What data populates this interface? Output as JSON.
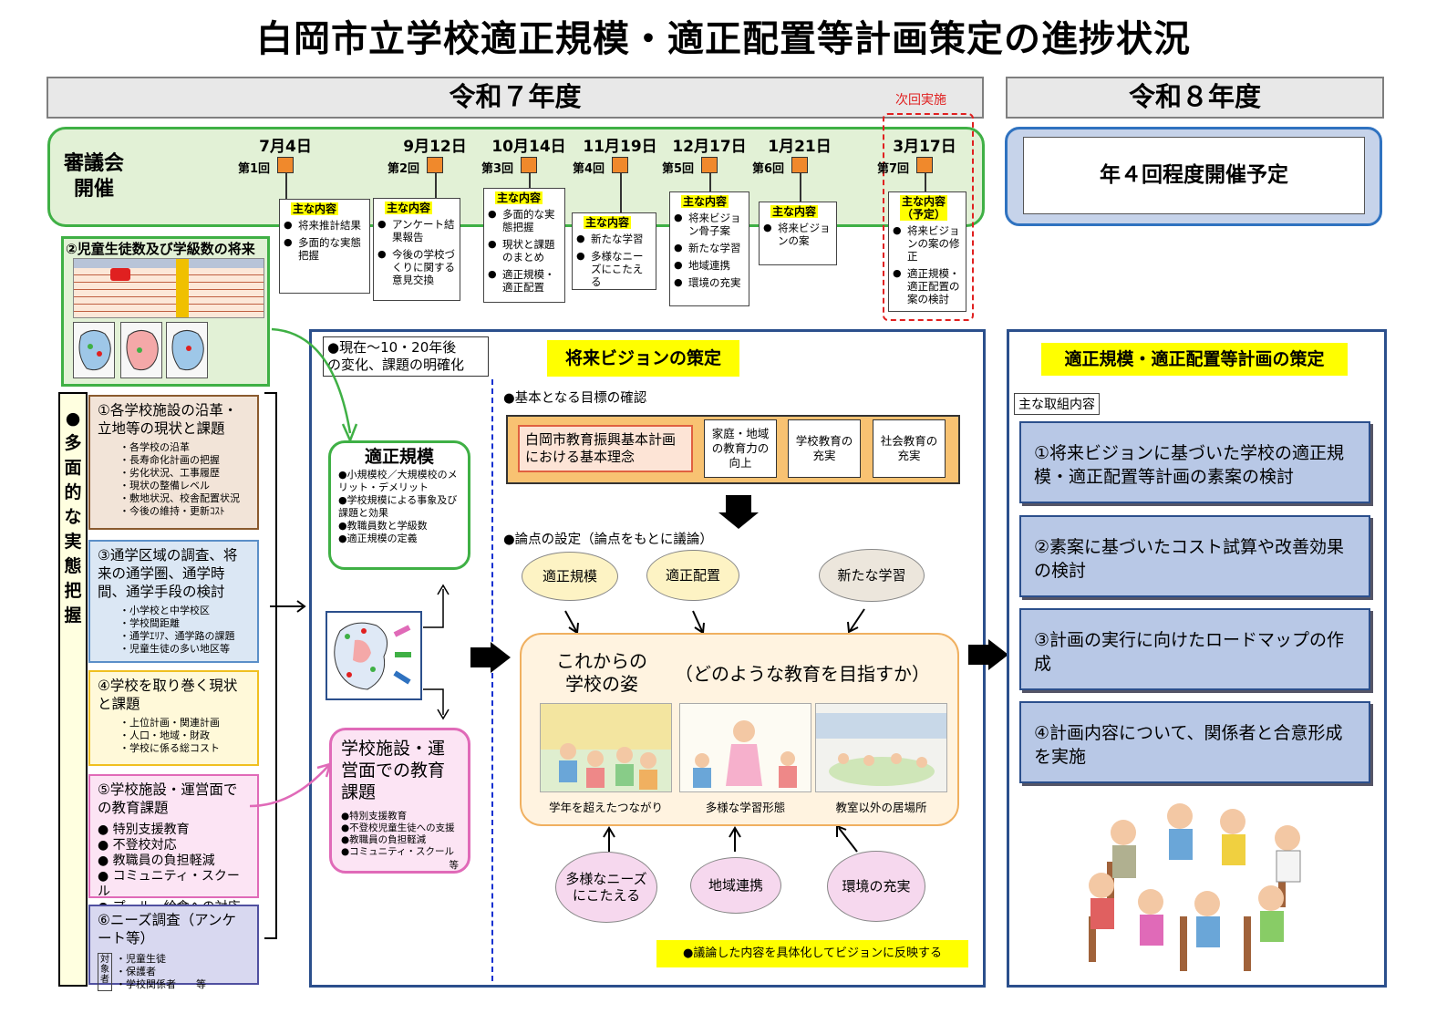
{
  "title": "白岡市立学校適正規模・適正配置等計画策定の進捗状況",
  "year7": "令和７年度",
  "year8": "令和８年度",
  "council_label": "審議会\n開催",
  "next_label": "次回実施",
  "r8_plan": "年４回程度開催予定",
  "meetings": [
    {
      "date": "7月4日",
      "round": "第1回",
      "heading": "主な内容",
      "items": [
        "将来推計結果",
        "多面的な実態把握"
      ]
    },
    {
      "date": "9月12日",
      "round": "第2回",
      "heading": "主な内容",
      "items": [
        "アンケート結果報告",
        "今後の学校づくりに関する意見交換"
      ]
    },
    {
      "date": "10月14日",
      "round": "第3回",
      "heading": "主な内容",
      "items": [
        "多面的な実態把握",
        "現状と課題のまとめ",
        "適正規模・適正配置"
      ]
    },
    {
      "date": "11月19日",
      "round": "第4回",
      "heading": "主な内容",
      "items": [
        "新たな学習",
        "多様なニーズにこたえる"
      ]
    },
    {
      "date": "12月17日",
      "round": "第5回",
      "heading": "主な内容",
      "items": [
        "将来ビジョン骨子案",
        "新たな学習",
        "地域連携",
        "環境の充実"
      ]
    },
    {
      "date": "1月21日",
      "round": "第6回",
      "heading": "主な内容",
      "items": [
        "将来ビジョンの案"
      ]
    },
    {
      "date": "3月17日",
      "round": "第7回",
      "heading": "主な内容\n（予定）",
      "items": [
        "将来ビジョンの案の修正",
        "適正規模・適正配置の案の検討"
      ]
    }
  ],
  "future_title": "②児童生徒数及び学級数の将来",
  "vertical_label": "●多面的な実態把握",
  "side_boxes": [
    {
      "title": "①各学校施設の沿革・立地等の現状と課題",
      "items": [
        "各学校の沿革",
        "長寿命化計画の把握",
        "劣化状況、工事履歴",
        "現状の整備レベル",
        "敷地状況、校舎配置状況",
        "今後の維持・更新ｺｽﾄ"
      ]
    },
    {
      "title": "③通学区域の調査、将来の通学圏、通学時間、通学手段の検討",
      "items": [
        "小学校と中学校区",
        "学校間距離",
        "通学ｴﾘｱ、通学路の課題",
        "児童生徒の多い地区等"
      ]
    },
    {
      "title": "④学校を取り巻く現状と課題",
      "items": [
        "上位計画・関連計画",
        "人口・地域・財政",
        "学校に係る総コスト"
      ]
    },
    {
      "title": "⑤学校施設・運営面での教育課題",
      "items": [
        "特別支援教育",
        "不登校対応",
        "教職員の負担軽減",
        "コミュニティ・スクール",
        "プール・給食への対応　等"
      ]
    },
    {
      "title": "⑥ニーズ調査（アンケート等）",
      "target": "対象者",
      "items": [
        "・児童生徒",
        "・保護者",
        "・学校関係者　　等"
      ]
    }
  ],
  "now_label": "●現在～10・20年後\nの変化、課題の明確化",
  "tekisei": {
    "title": "適正規模",
    "items": [
      "●小規模校／大規模校のメリット・デメリット",
      "●学校規模による事象及び課題と効果",
      "●教職員数と学級数",
      "●適正規模の定義"
    ]
  },
  "facility": {
    "title": "学校施設・運営面での教育課題",
    "items": [
      "●特別支援教育",
      "●不登校児童生徒への支援",
      "●教職員の負担軽減",
      "●コミュニティ・スクール"
    ],
    "etc": "等"
  },
  "vision_title": "将来ビジョンの策定",
  "goal_label": "●基本となる目標の確認",
  "goal_main": "白岡市教育振興基本計画における基本理念",
  "goal_items": [
    "家庭・地域の教育力の向上",
    "学校教育の充実",
    "社会教育の充実"
  ],
  "issue_label": "●論点の設定（論点をもとに議論）",
  "issues_top": [
    "適正規模",
    "適正配置",
    "新たな学習"
  ],
  "issues_bottom": [
    "多様なニーズにこたえる",
    "地域連携",
    "環境の充実"
  ],
  "school_title": "これからの\n学校の姿",
  "school_sub": "（どのような教育を目指すか）",
  "photo_captions": [
    "学年を超えたつながり",
    "多様な学習形態",
    "教室以外の居場所"
  ],
  "reflect_note": "●議論した内容を具体化してビジョンに反映する",
  "plan_title": "適正規模・適正配置等計画の策定",
  "plan_sub": "主な取組内容",
  "plan_items": [
    "①将来ビジョンに基づいた学校の適正規模・適正配置等計画の素案の検討",
    "②素案に基づいたコスト試算や改善効果の検討",
    "③計画の実行に向けたロードマップの作成",
    "④計画内容について、関係者と合意形成を実施"
  ],
  "colors": {
    "green": "#3fb045",
    "orange": "#f0892c",
    "blue": "#2b4f8c",
    "yellow": "#ffff00",
    "red": "#e02020",
    "pink": "#e06ab8"
  }
}
